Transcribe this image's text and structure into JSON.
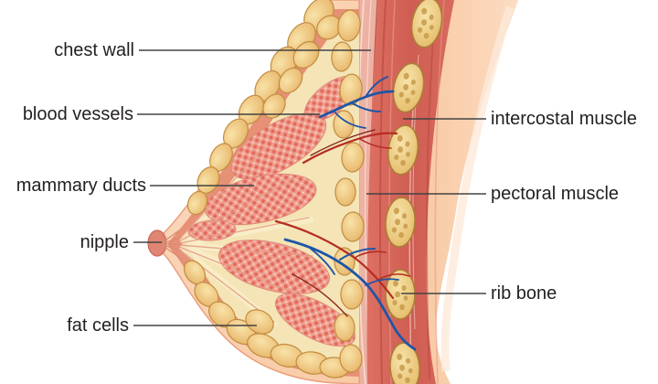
{
  "figure": {
    "type": "anatomical-diagram",
    "subject": "Female breast cross-section anatomy, side view with chest wall"
  },
  "labels": {
    "left": [
      {
        "id": "chest-wall",
        "text": "chest wall"
      },
      {
        "id": "blood-vessels",
        "text": "blood vessels"
      },
      {
        "id": "mammary-ducts",
        "text": "mammary ducts"
      },
      {
        "id": "nipple",
        "text": "nipple"
      },
      {
        "id": "fat-cells",
        "text": "fat cells"
      }
    ],
    "right": [
      {
        "id": "intercostal-muscle",
        "text": "intercostal muscle"
      },
      {
        "id": "pectoral-muscle",
        "text": "pectoral muscle"
      },
      {
        "id": "rib-bone",
        "text": "rib bone"
      }
    ]
  },
  "palette": {
    "background": "#ffffff",
    "label_text": "#231f20",
    "leader_line": "#434343",
    "skin_light": "#fbd8bd",
    "skin_mid": "#f7c5a2",
    "skin_edge": "#eb9f7d",
    "areola_band": "#e69076",
    "interior_cream": "#f4e4b6",
    "fat_gold": "#e8bb6e",
    "fat_gold_outline": "#c28c3f",
    "gland_pink": "#ef9e8e",
    "gland_dot": "#e2695b",
    "pectoral_pink": "#edb2a3",
    "muscle_red": "#d2635a",
    "muscle_dark": "#b8443c",
    "rib_gold": "#ecc87c",
    "vein_blue": "#1e55a7",
    "artery_red": "#b52d22"
  }
}
